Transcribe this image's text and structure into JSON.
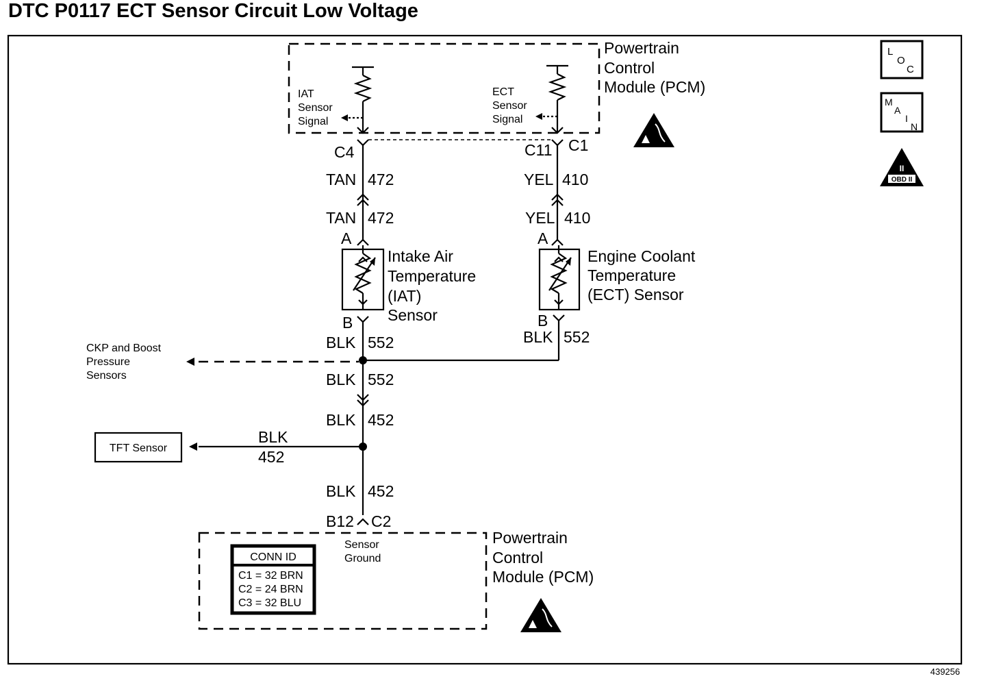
{
  "title": "DTC P0117 ECT Sensor Circuit Low Voltage",
  "figure_number": "439256",
  "icons": {
    "loc": "LOC",
    "main": "MAIN",
    "obd": "OBD II",
    "esd": "esd-warning-icon"
  },
  "pcm_top": {
    "label_lines": [
      "Powertrain",
      "Control",
      "Module (PCM)"
    ],
    "iat_signal_lines": [
      "IAT",
      "Sensor",
      "Signal"
    ],
    "ect_signal_lines": [
      "ECT",
      "Sensor",
      "Signal"
    ]
  },
  "connectors": {
    "c4": "C4",
    "c11": "C11",
    "c1": "C1",
    "iat_a": "A",
    "iat_b": "B",
    "ect_a": "A",
    "ect_b": "B",
    "b12": "B12",
    "c2": "C2"
  },
  "wires": {
    "iat_upper_color": "TAN",
    "iat_upper_num": "472",
    "iat_lower_color": "TAN",
    "iat_lower_num": "472",
    "ect_upper_color": "YEL",
    "ect_upper_num": "410",
    "ect_lower_color": "YEL",
    "ect_lower_num": "410",
    "iat_ground_color": "BLK",
    "iat_ground_num": "552",
    "ect_ground_color": "BLK",
    "ect_ground_num": "552",
    "splice_down_color": "BLK",
    "splice_down_num": "552",
    "lower_a_color": "BLK",
    "lower_a_num": "452",
    "tft_color": "BLK",
    "tft_num": "452",
    "lower_b_color": "BLK",
    "lower_b_num": "452"
  },
  "iat_sensor": {
    "label_lines": [
      "Intake Air",
      "Temperature",
      "(IAT)",
      "Sensor"
    ]
  },
  "ect_sensor": {
    "label_lines": [
      "Engine Coolant",
      "Temperature",
      "(ECT) Sensor"
    ]
  },
  "ckp": {
    "label_lines": [
      "CKP and Boost",
      "Pressure",
      "Sensors"
    ]
  },
  "tft": {
    "label": "TFT Sensor"
  },
  "pcm_bottom": {
    "label_lines": [
      "Powertrain",
      "Control",
      "Module (PCM)"
    ],
    "ground_lines": [
      "Sensor",
      "Ground"
    ]
  },
  "conn_id": {
    "header": "CONN ID",
    "rows": [
      "C1 = 32 BRN",
      "C2 = 24 BRN",
      "C3 = 32 BLU"
    ]
  }
}
